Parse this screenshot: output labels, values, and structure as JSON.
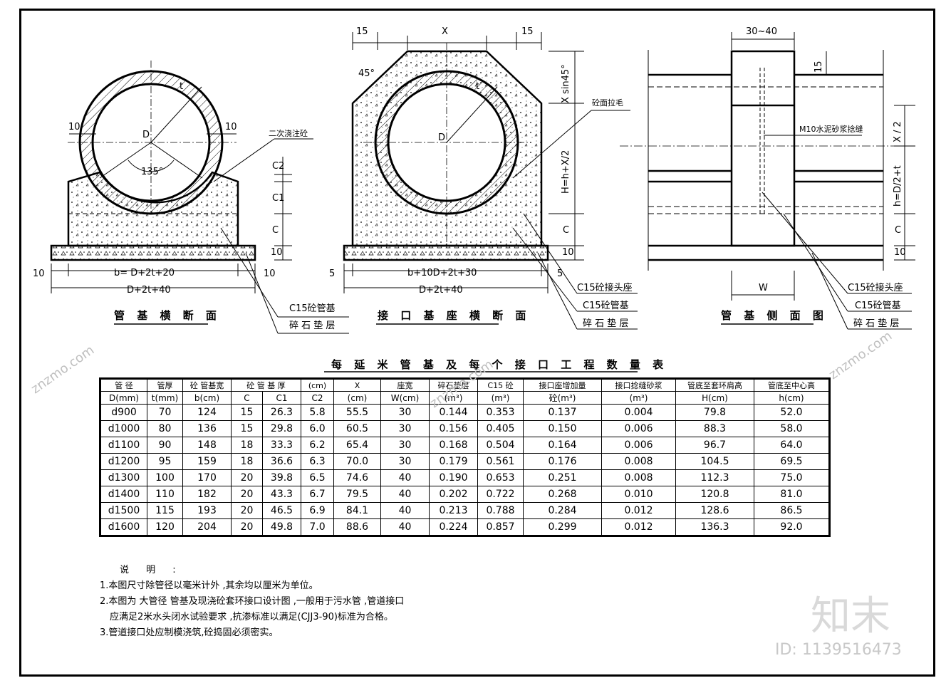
{
  "drawing_titles": {
    "section1": "管 基 横 断 面",
    "section2": "接 口 基 座 横 断 面",
    "section3": "管 基 侧 面 图",
    "table_title": "每 延 米 管 基 及 每 个 接 口 工 程 数 量 表"
  },
  "section1_labels": {
    "d": "D",
    "t": "t",
    "angle": "135°",
    "side_left": "10",
    "side_right": "10",
    "secondary_pour": "二次浇注砼",
    "c2": "C2",
    "c1": "C1",
    "c": "C",
    "ten": "10",
    "left_off": "10",
    "right_off": "10",
    "b_width": "b= D+2t+20",
    "total_width": "D+2t+40",
    "c15_base": "C15砼管基",
    "gravel": "碎 石 垫 层"
  },
  "section2_labels": {
    "fifteen_left": "15",
    "x_top": "X",
    "fifteen_right": "15",
    "angle45": "45°",
    "d": "D",
    "t": "t",
    "xsin": "X sin45°",
    "rough": "砼面拉毛",
    "h_formula": "H=h+X/2",
    "c": "C",
    "ten": "10",
    "five_left": "5",
    "five_right": "5",
    "b_width": "b+10D+2t+30",
    "total_width": "D+2t+40",
    "c15_joint": "C15砼接头座",
    "c15_base": "C15砼管基",
    "gravel": "碎 石 垫 层"
  },
  "section3_labels": {
    "top_width": "30~40",
    "fifteen": "15",
    "mortar": "M10水泥砂浆捻缝",
    "x2": "X / 2",
    "h_formula": "h=D/2+t",
    "c": "C",
    "ten": "10",
    "w": "W",
    "c15_joint": "C15砼接头座",
    "c15_base": "C15砼管基",
    "gravel": "碎 石 垫 层"
  },
  "table": {
    "headers": [
      "管 径",
      "管厚",
      "砼 管基宽",
      "砼 管 基 厚",
      "(cm)",
      "X",
      "座宽",
      "碎石垫层",
      "C15 砼",
      "接口座增加量",
      "接口捻缝砂浆",
      "管底至套环肩高",
      "管底至中心高"
    ],
    "subheaders": [
      "D(mm)",
      "t(mm)",
      "b(cm)",
      "C",
      "C1",
      "C2",
      "(cm)",
      "W(cm)",
      "(m³)",
      "(m³)",
      "砼(m³)",
      "(m³)",
      "H(cm)",
      "h(cm)"
    ],
    "rows": [
      [
        "d900",
        "70",
        "124",
        "15",
        "26.3",
        "5.8",
        "55.5",
        "30",
        "0.144",
        "0.353",
        "0.137",
        "0.004",
        "79.8",
        "52.0"
      ],
      [
        "d1000",
        "80",
        "136",
        "15",
        "29.8",
        "6.0",
        "60.5",
        "30",
        "0.156",
        "0.405",
        "0.150",
        "0.006",
        "88.3",
        "58.0"
      ],
      [
        "d1100",
        "90",
        "148",
        "18",
        "33.3",
        "6.2",
        "65.4",
        "30",
        "0.168",
        "0.504",
        "0.164",
        "0.006",
        "96.7",
        "64.0"
      ],
      [
        "d1200",
        "95",
        "159",
        "18",
        "36.6",
        "6.3",
        "70.0",
        "30",
        "0.179",
        "0.561",
        "0.176",
        "0.008",
        "104.5",
        "69.5"
      ],
      [
        "d1300",
        "100",
        "170",
        "20",
        "39.8",
        "6.5",
        "74.6",
        "40",
        "0.190",
        "0.653",
        "0.251",
        "0.008",
        "112.3",
        "75.0"
      ],
      [
        "d1400",
        "110",
        "182",
        "20",
        "43.3",
        "6.7",
        "79.5",
        "40",
        "0.202",
        "0.722",
        "0.268",
        "0.010",
        "120.8",
        "81.0"
      ],
      [
        "d1500",
        "115",
        "193",
        "20",
        "46.5",
        "6.9",
        "84.1",
        "40",
        "0.213",
        "0.788",
        "0.284",
        "0.012",
        "128.6",
        "86.5"
      ],
      [
        "d1600",
        "120",
        "204",
        "20",
        "49.8",
        "7.0",
        "88.6",
        "40",
        "0.224",
        "0.857",
        "0.299",
        "0.012",
        "136.3",
        "92.0"
      ]
    ]
  },
  "notes": {
    "heading": "说 明 :",
    "n1": "1.本图尺寸除管径以毫米计外 ,其余均以厘米为单位。",
    "n2": "2.本图为 大管径 管基及现浇砼套环接口设计图 ,一般用于污水管 ,管道接口",
    "n2b": "应满足2米水头闭水试验要求 ,抗渗标准以满足(CJJ3-90)标准为合格。",
    "n3": "3.管道接口处应制模浇筑,砼捣固必须密实。"
  },
  "watermark": {
    "brand": "知末",
    "site": "znzmo.com",
    "id": "ID: 1139516473"
  }
}
